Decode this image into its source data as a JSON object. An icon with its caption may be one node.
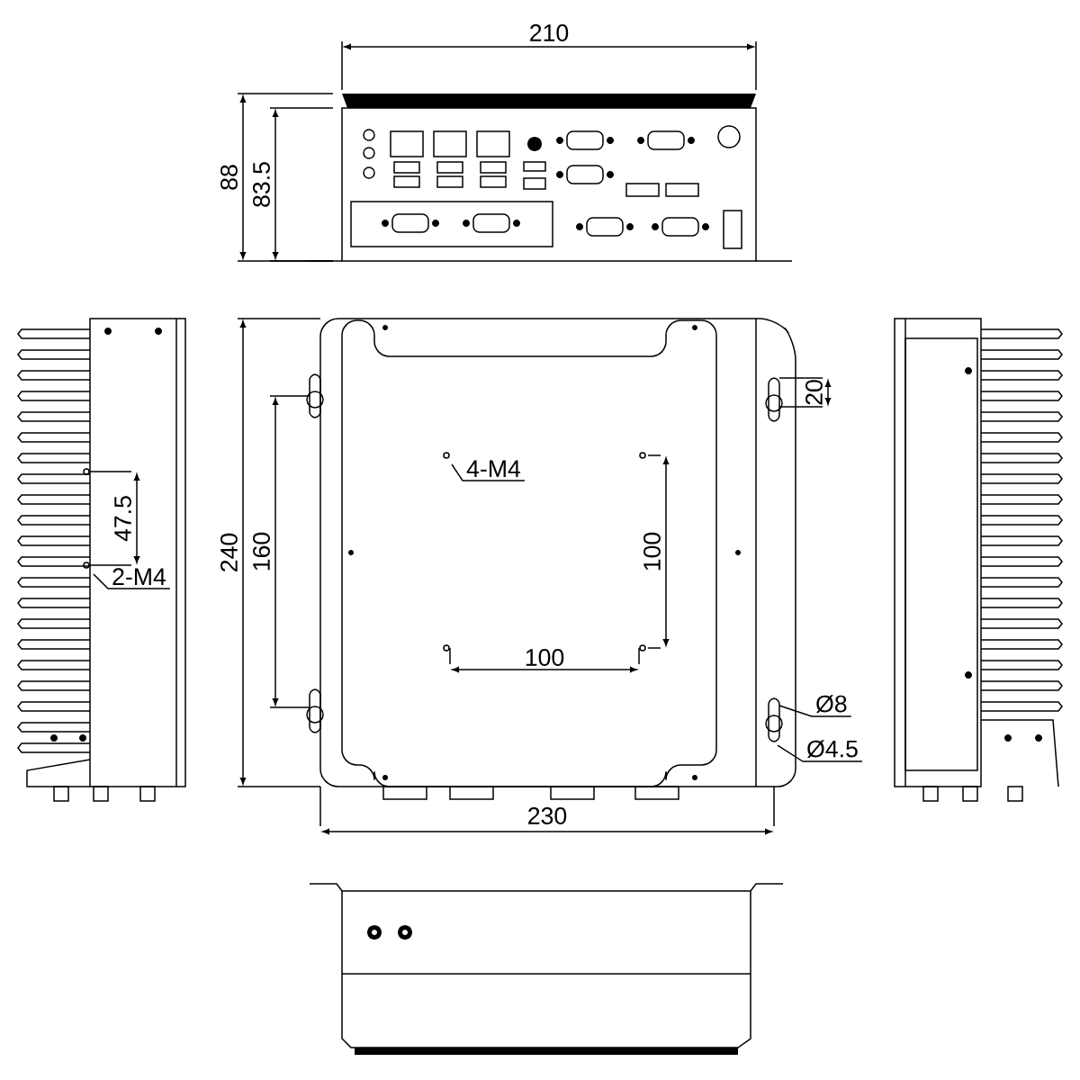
{
  "diagram": {
    "nodes": [
      {
        "text": [
          "2-M4"
        ]
      },
      {
        "text": [
          "4-M4"
        ]
      },
      {
        "text": [
          "Ø8"
        ]
      },
      {
        "text": [
          "Ø4.5"
        ]
      }
    ],
    "edges": [
      {
        "from": 0,
        "to": null,
        "arrow": "none"
      },
      {
        "from": 1,
        "to": null,
        "arrow": "none"
      },
      {
        "from": 2,
        "to": null,
        "arrow": "none"
      },
      {
        "from": 3,
        "to": null,
        "arrow": "none"
      }
    ],
    "labels": [
      "210",
      "88",
      "83.5",
      "47.5",
      "240",
      "160",
      "20",
      "100",
      "100",
      "230"
    ]
  }
}
